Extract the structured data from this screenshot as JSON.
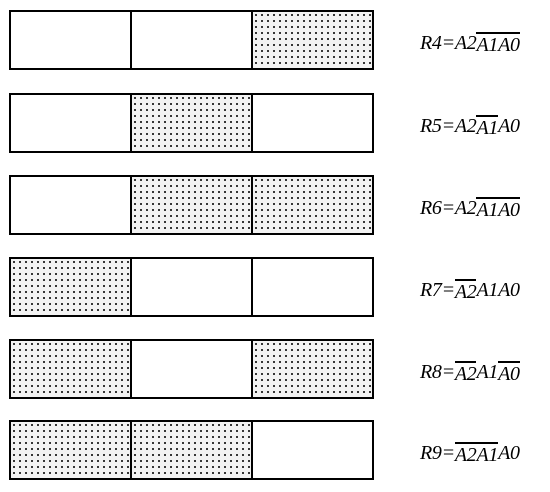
{
  "rows": [
    {
      "name": "R4",
      "cells": [
        false,
        false,
        true
      ],
      "label": {
        "prefix": "R4=",
        "terms": [
          {
            "text": "A2",
            "neg": false
          },
          {
            "text": "A1",
            "neg": true
          },
          {
            "text": "A0",
            "neg": true
          }
        ]
      }
    },
    {
      "name": "R5",
      "cells": [
        false,
        true,
        false
      ],
      "label": {
        "prefix": "R5=",
        "terms": [
          {
            "text": "A2",
            "neg": false
          },
          {
            "text": "A1",
            "neg": true
          },
          {
            "text": "A0",
            "neg": false
          }
        ]
      }
    },
    {
      "name": "R6",
      "cells": [
        false,
        true,
        true
      ],
      "label": {
        "prefix": "R6=",
        "terms": [
          {
            "text": "A2",
            "neg": false
          },
          {
            "text": "A1",
            "neg": true
          },
          {
            "text": "A0",
            "neg": true
          }
        ]
      }
    },
    {
      "name": "R7",
      "cells": [
        true,
        false,
        false
      ],
      "label": {
        "prefix": "R7=",
        "terms": [
          {
            "text": "A2",
            "neg": true
          },
          {
            "text": "A1",
            "neg": false
          },
          {
            "text": "A0",
            "neg": false
          }
        ]
      }
    },
    {
      "name": "R8",
      "cells": [
        true,
        false,
        true
      ],
      "label": {
        "prefix": "R8=",
        "terms": [
          {
            "text": "A2",
            "neg": true
          },
          {
            "text": "A1",
            "neg": false
          },
          {
            "text": "A0",
            "neg": true
          }
        ]
      }
    },
    {
      "name": "R9",
      "cells": [
        true,
        true,
        false
      ],
      "label": {
        "prefix": "R9=",
        "terms": [
          {
            "text": "A2",
            "neg": true
          },
          {
            "text": "A1",
            "neg": true
          },
          {
            "text": "A0",
            "neg": false
          }
        ]
      }
    }
  ]
}
